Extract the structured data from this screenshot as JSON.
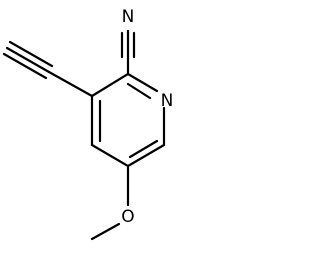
{
  "molecule": {
    "atoms": {
      "ring_nitrogen": "N",
      "nitrile_nitrogen": "N",
      "ether_oxygen": "O"
    },
    "colors": {
      "bond": "#000000",
      "label": "#000000",
      "background": "#ffffff"
    }
  }
}
